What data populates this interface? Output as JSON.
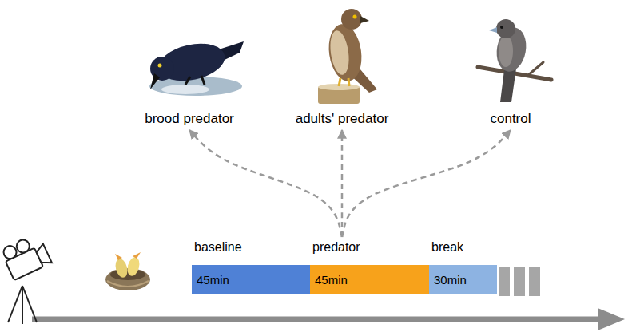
{
  "diagram": {
    "nodes": [
      {
        "text": [
          "brood predator"
        ]
      },
      {
        "text": [
          "adults' predator"
        ]
      },
      {
        "text": [
          "control"
        ]
      },
      {
        "text": [
          "baseline",
          "45min"
        ]
      },
      {
        "text": [
          "predator",
          "45min"
        ]
      },
      {
        "text": [
          "break",
          "30min"
        ]
      }
    ],
    "edges": [
      {
        "from": 4,
        "to": 0,
        "arrow": "to"
      },
      {
        "from": 4,
        "to": 1,
        "arrow": "to"
      },
      {
        "from": 4,
        "to": 2,
        "arrow": "to"
      }
    ]
  }
}
